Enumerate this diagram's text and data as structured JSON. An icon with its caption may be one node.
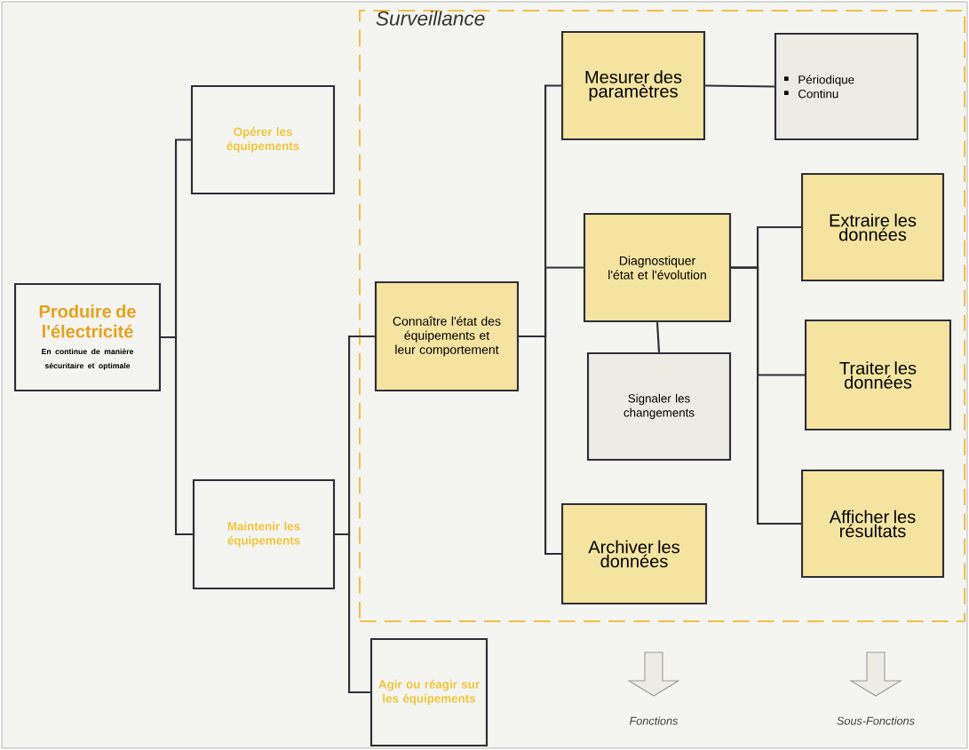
{
  "diagram": {
    "nodes": [
      {
        "text": [
          "Produire de l'électricité",
          "En continue de manière sécuritaire et optimale"
        ]
      },
      {
        "text": [
          "Opérer les équipements"
        ]
      },
      {
        "text": [
          "Maintenir les équipements"
        ]
      },
      {
        "text": [
          "Surveillance"
        ]
      },
      {
        "text": [
          "Connaître l'état des équipements et leur comportement"
        ],
        "in": 3
      },
      {
        "text": [
          "Mesurer des paramètres"
        ],
        "in": 3
      },
      {
        "text": [
          "Périodique",
          "Continu"
        ],
        "in": 3
      },
      {
        "text": [
          "Diagnostiquer l'état et l'évolution"
        ],
        "in": 3
      },
      {
        "text": [
          "Signaler les changements"
        ],
        "in": 3
      },
      {
        "text": [
          "Archiver les données"
        ],
        "in": 3
      },
      {
        "text": [
          "Extraire les données"
        ],
        "in": 3
      },
      {
        "text": [
          "Traiter les données"
        ],
        "in": 3
      },
      {
        "text": [
          "Afficher les résultats"
        ],
        "in": 3
      },
      {
        "text": [
          "Agir ou réagir sur les équipements"
        ]
      }
    ],
    "edges": [
      {
        "from": 0,
        "to": 1,
        "arrow": "none"
      },
      {
        "from": 0,
        "to": 2,
        "arrow": "none"
      },
      {
        "from": 2,
        "to": 4,
        "arrow": "none"
      },
      {
        "from": 2,
        "to": 13,
        "arrow": "none"
      },
      {
        "from": 4,
        "to": 5,
        "arrow": "none"
      },
      {
        "from": 4,
        "to": 7,
        "arrow": "none"
      },
      {
        "from": 4,
        "to": 9,
        "arrow": "none"
      },
      {
        "from": 5,
        "to": 6,
        "arrow": "none"
      },
      {
        "from": 7,
        "to": 8,
        "arrow": "none"
      },
      {
        "from": 7,
        "to": 10,
        "arrow": "none"
      },
      {
        "from": 7,
        "to": 11,
        "arrow": "none"
      },
      {
        "from": 7,
        "to": 12,
        "arrow": "none"
      }
    ],
    "labels": [
      "Fonctions",
      "Sous-Fonctions"
    ]
  }
}
